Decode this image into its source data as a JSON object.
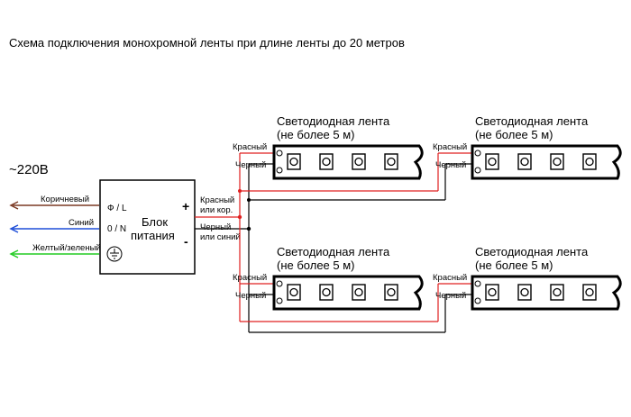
{
  "title": "Схема подключения монохромной ленты при длине ленты до 20 метров",
  "mains": {
    "voltage": "~220В",
    "wires": [
      {
        "label": "Коричневый",
        "color": "#7b3a24",
        "terminal": "Ф / L"
      },
      {
        "label": "Синий",
        "color": "#1f4fd8",
        "terminal": "0 / N"
      },
      {
        "label": "Желтый/зеленый",
        "color": "#22cc22",
        "terminal": "ground"
      }
    ]
  },
  "psu": {
    "name_line1": "Блок",
    "name_line2": "питания",
    "plus": "+",
    "minus": "-",
    "plus_wire_line1": "Красный",
    "plus_wire_line2": "или кор.",
    "minus_wire_line1": "Черный",
    "minus_wire_line2": "или синий"
  },
  "strip": {
    "name_line1": "Светодиодная лента",
    "name_line2": "(не более 5 м)",
    "red_label": "Красный",
    "black_label": "Черный"
  },
  "colors": {
    "red": "#e02020",
    "black": "#000000"
  }
}
